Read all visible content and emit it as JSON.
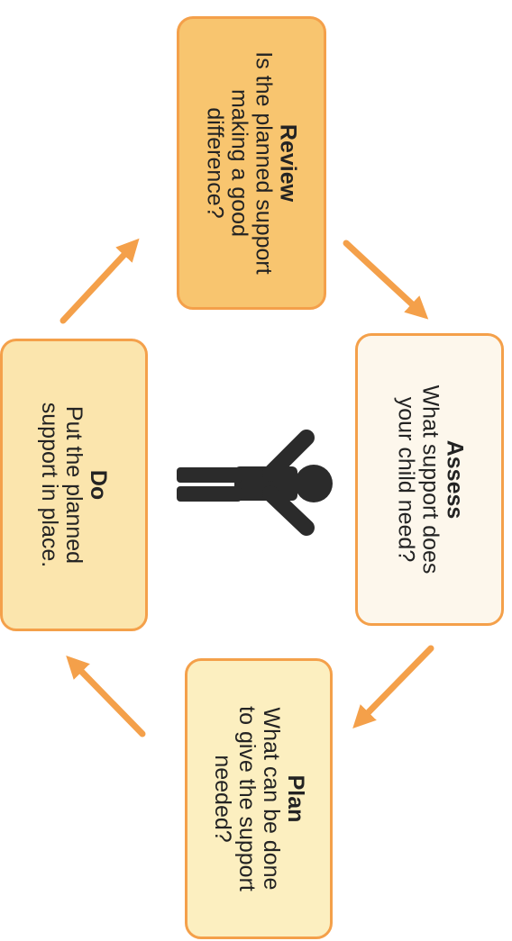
{
  "diagram": {
    "stages": {
      "review": {
        "title": "Review",
        "line1": "Is the planned support",
        "line2": "making a good",
        "line3": "difference?"
      },
      "assess": {
        "title": "Assess",
        "line1": "What support does",
        "line2": "your child need?"
      },
      "plan": {
        "title": "Plan",
        "line1": "What can be done",
        "line2": "to give the support",
        "line3": "needed?"
      },
      "do": {
        "title": "Do",
        "line1": "Put the planned",
        "line2": "support in place."
      }
    },
    "center_icon": "person-icon",
    "colors": {
      "arrow": "#f4a04a",
      "border": "#f4a04a",
      "review_fill": "#f8c56f",
      "assess_fill": "#fdf7ec",
      "plan_fill": "#fcefc0",
      "do_fill": "#fbe5ad",
      "text": "#232323",
      "person": "#2b2b2b"
    }
  }
}
